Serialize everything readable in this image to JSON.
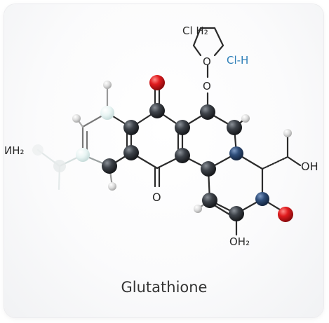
{
  "title": "Glutathione",
  "labels": {
    "ch2_top": "Cl H₂",
    "o_ring": "O",
    "ch_h_blue": "Cl-H",
    "o_ether": "O",
    "o_ketone_bottom": "O",
    "nh2_left": "ИH₂",
    "oh_right": "OH",
    "oh2_bottom": "OH₂"
  },
  "colors": {
    "carbon": "#3b3f45",
    "nitrogen": "#2f4e7a",
    "oxygen": "#d4171a",
    "hydrogen": "#e4e4e4",
    "blue_text": "#2e7fb8"
  }
}
